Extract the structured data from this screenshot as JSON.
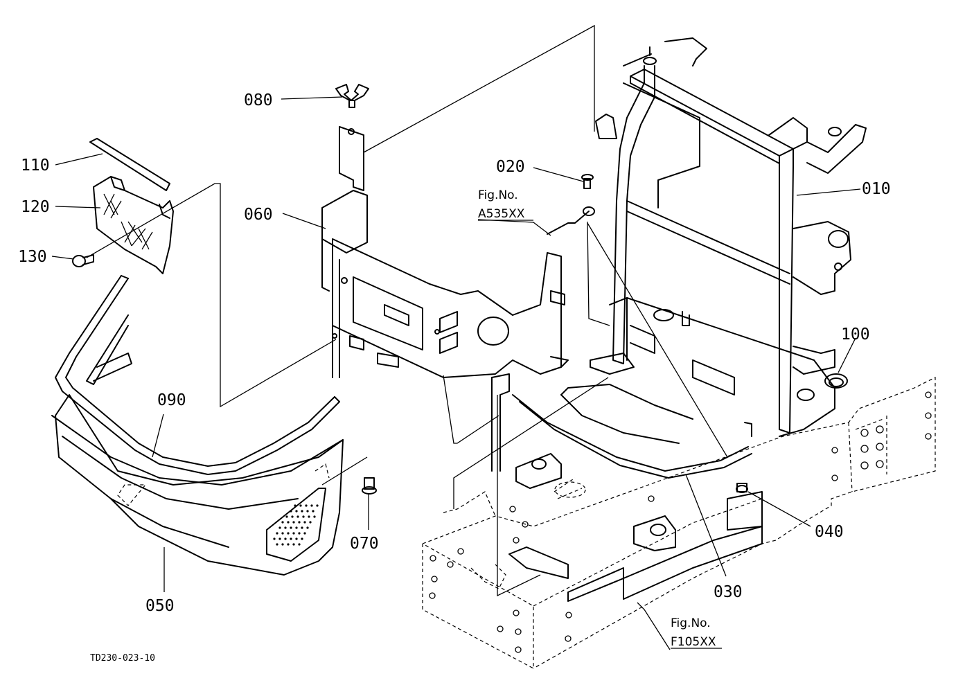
{
  "parts": [
    {
      "id": "010",
      "label": "010"
    },
    {
      "id": "020",
      "label": "020"
    },
    {
      "id": "030",
      "label": "030"
    },
    {
      "id": "040",
      "label": "040"
    },
    {
      "id": "050",
      "label": "050"
    },
    {
      "id": "060",
      "label": "060"
    },
    {
      "id": "070",
      "label": "070"
    },
    {
      "id": "080",
      "label": "080"
    },
    {
      "id": "090",
      "label": "090"
    },
    {
      "id": "100",
      "label": "100"
    },
    {
      "id": "110",
      "label": "110"
    },
    {
      "id": "120",
      "label": "120"
    },
    {
      "id": "130",
      "label": "130"
    }
  ],
  "figure_refs": [
    {
      "prefix": "Fig.No.",
      "code": "A535XX"
    },
    {
      "prefix": "Fig.No.",
      "code": "F105XX"
    }
  ],
  "drawing_code": "TD230-023-10"
}
